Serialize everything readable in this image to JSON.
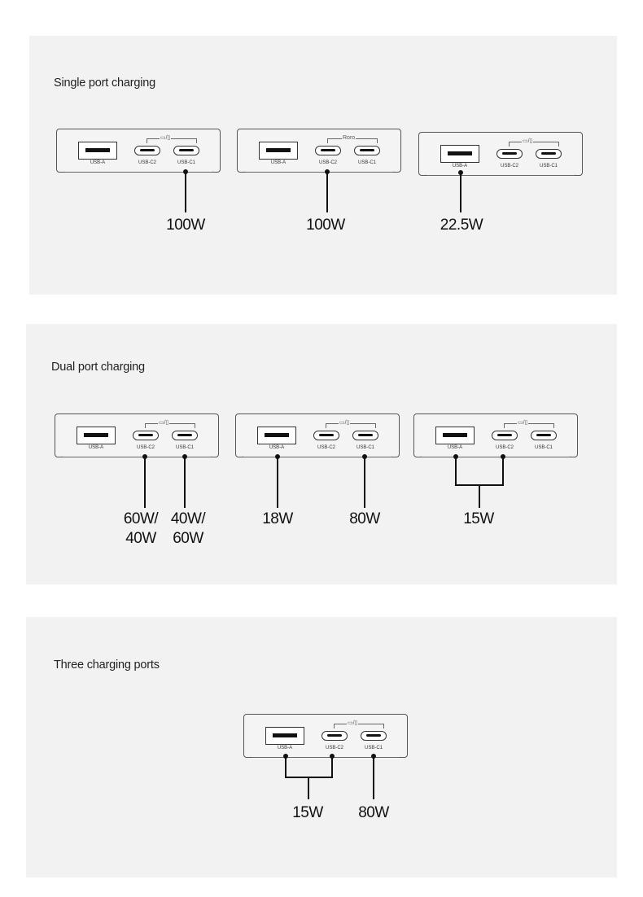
{
  "sections": {
    "single": {
      "title": "Single port charging"
    },
    "dual": {
      "title": "Dual port charging"
    },
    "three": {
      "title": "Three charging ports"
    }
  },
  "ports": {
    "usb_a": "USB-A",
    "usb_c2": "USB-C2",
    "usb_c1": "USB-C1"
  },
  "bracket_text": {
    "icon": "▭/▯",
    "roro": "Roro"
  },
  "single_watts": {
    "c1": "100W",
    "c2": "100W",
    "a": "22.5W"
  },
  "dual_watts": {
    "c2_first": "60W/",
    "c2_second": "40W",
    "c1_first": "40W/",
    "c1_second": "60W",
    "a": "18W",
    "c1": "80W",
    "a_c2": "15W"
  },
  "three_watts": {
    "a_c2": "15W",
    "c1": "80W"
  }
}
